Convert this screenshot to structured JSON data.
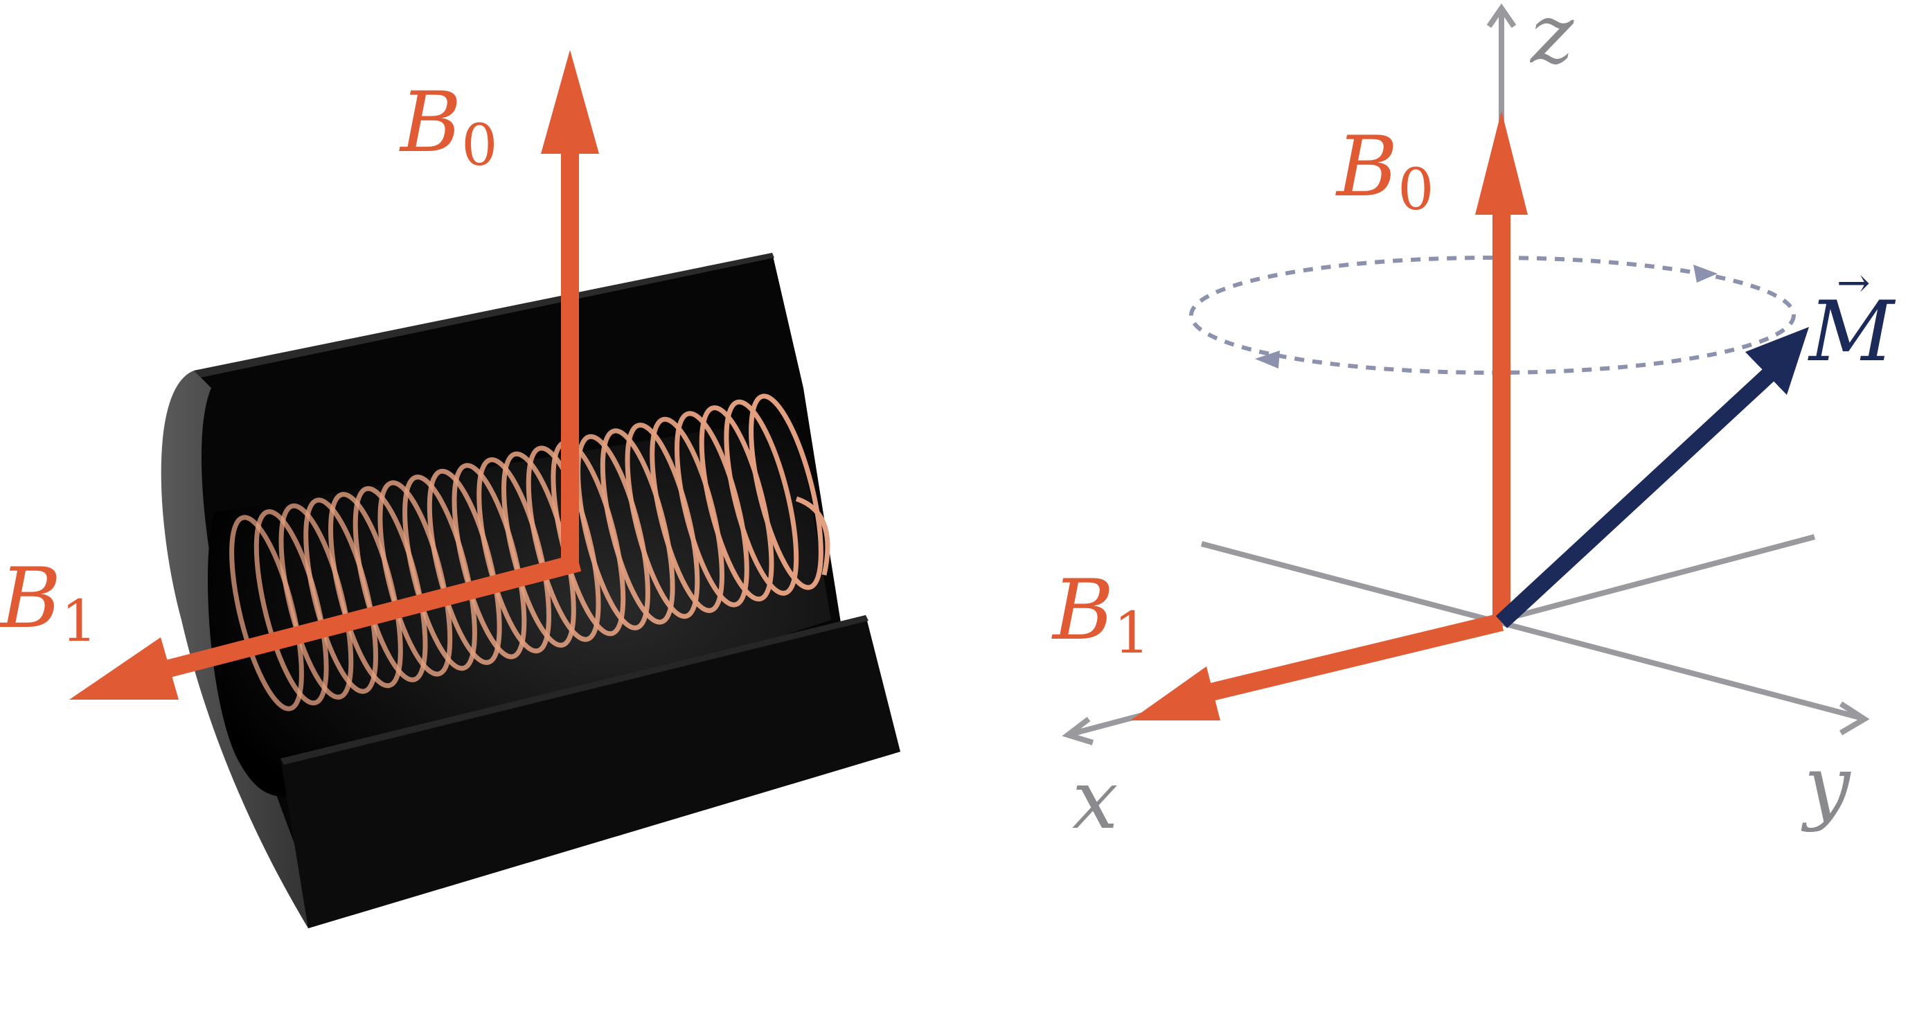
{
  "colors": {
    "field_arrow": "#e05a34",
    "magnetization_arrow": "#1c2a5a",
    "axis": "#9a9a9e",
    "axis_label": "#8a8a8e",
    "precession_path": "#8c92ad",
    "magnet_body": "#0a0a0a",
    "magnet_face": "#4a4a4a",
    "coil": "#e3a080"
  },
  "left_panel": {
    "b0": {
      "symbol": "B",
      "subscript": "0"
    },
    "b1": {
      "symbol": "B",
      "subscript": "1"
    }
  },
  "right_panel": {
    "axes": {
      "x": "x",
      "y": "y",
      "z": "z"
    },
    "b0": {
      "symbol": "B",
      "subscript": "0"
    },
    "b1": {
      "symbol": "B",
      "subscript": "1"
    },
    "magnetization": {
      "symbol": "M",
      "vector_mark": "→"
    }
  }
}
